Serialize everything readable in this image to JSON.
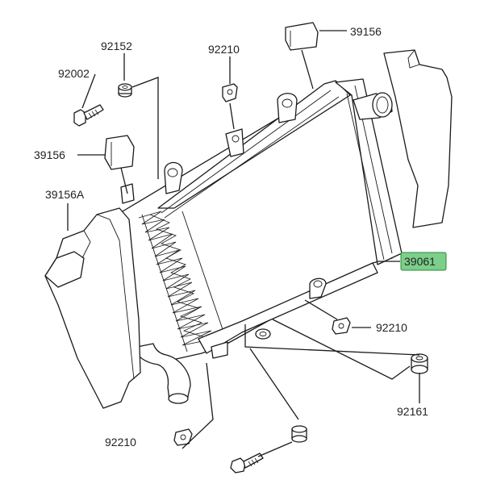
{
  "diagram": {
    "labels": {
      "p39156_top": "39156",
      "p92152": "92152",
      "p92210_top": "92210",
      "p92002": "92002",
      "p39156_mid": "39156",
      "p39156A": "39156A",
      "p39061": "39061",
      "p92210_right": "92210",
      "p92161": "92161",
      "p92210_bottom": "92210"
    },
    "highlight_color": "#7ccf8a"
  }
}
